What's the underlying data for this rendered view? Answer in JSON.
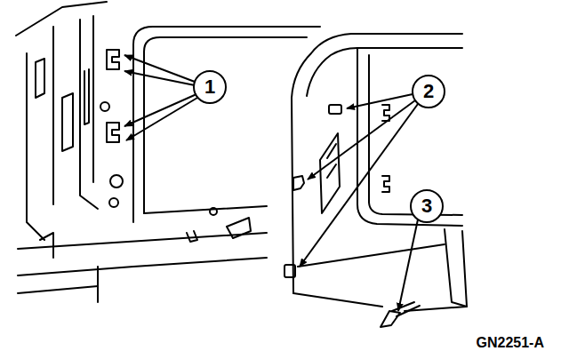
{
  "diagram": {
    "labels": [
      "1",
      "2",
      "3",
      "GN2251-A"
    ]
  }
}
